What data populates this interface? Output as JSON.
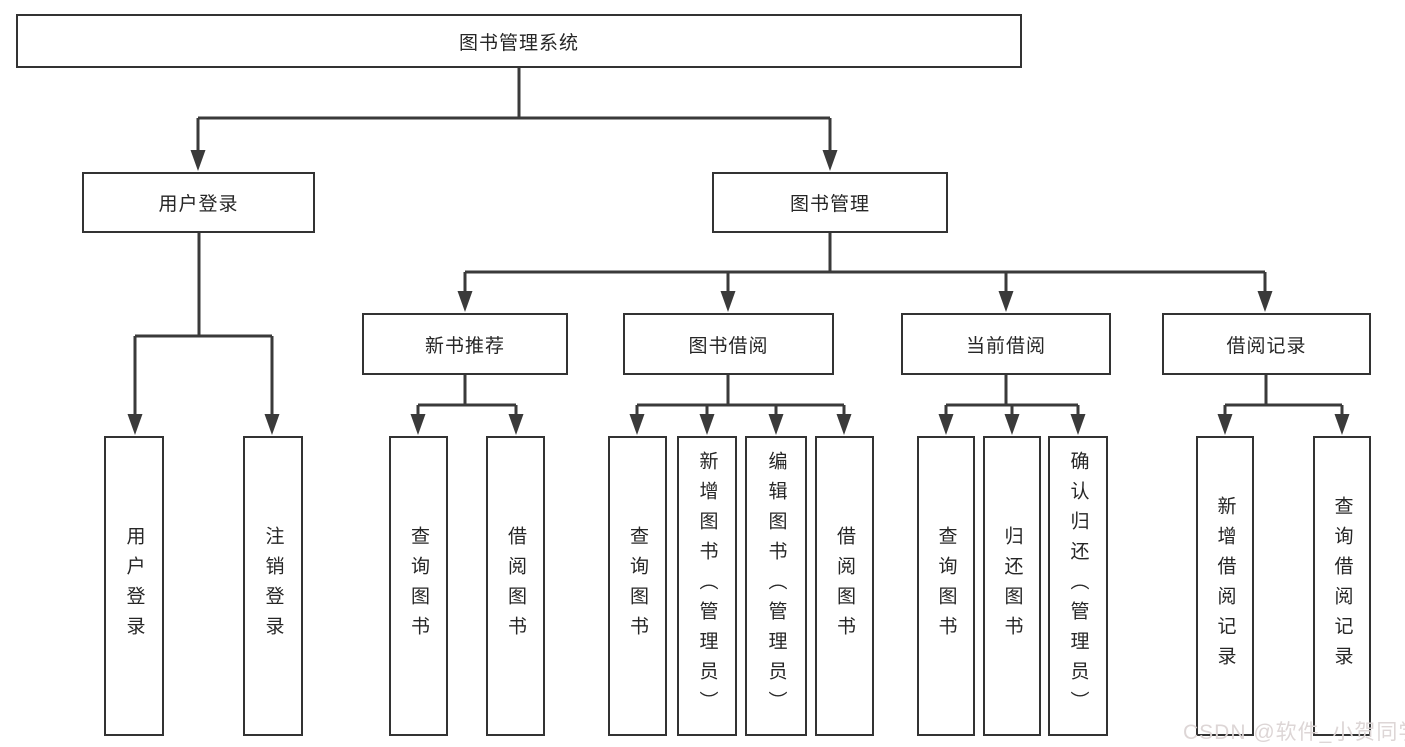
{
  "diagram": {
    "title": "图书管理系统",
    "branches": [
      {
        "label": "用户登录",
        "leaves": [
          "用户登录",
          "注销登录"
        ]
      },
      {
        "label": "图书管理",
        "groups": [
          {
            "label": "新书推荐",
            "leaves": [
              "查询图书",
              "借阅图书"
            ]
          },
          {
            "label": "图书借阅",
            "leaves": [
              "查询图书",
              "新增图书（管理员）",
              "编辑图书（管理员）",
              "借阅图书"
            ]
          },
          {
            "label": "当前借阅",
            "leaves": [
              "查询图书",
              "归还图书",
              "确认归还（管理员）"
            ]
          },
          {
            "label": "借阅记录",
            "leaves": [
              "新增借阅记录",
              "查询借阅记录"
            ]
          }
        ]
      }
    ]
  },
  "watermark": {
    "text": "CSDN @软件_小贺同学"
  },
  "colors": {
    "line": "#3a3a3a",
    "box_border": "#333333",
    "text": "#262626",
    "background": "#ffffff",
    "watermark": "#ddd6d6"
  }
}
